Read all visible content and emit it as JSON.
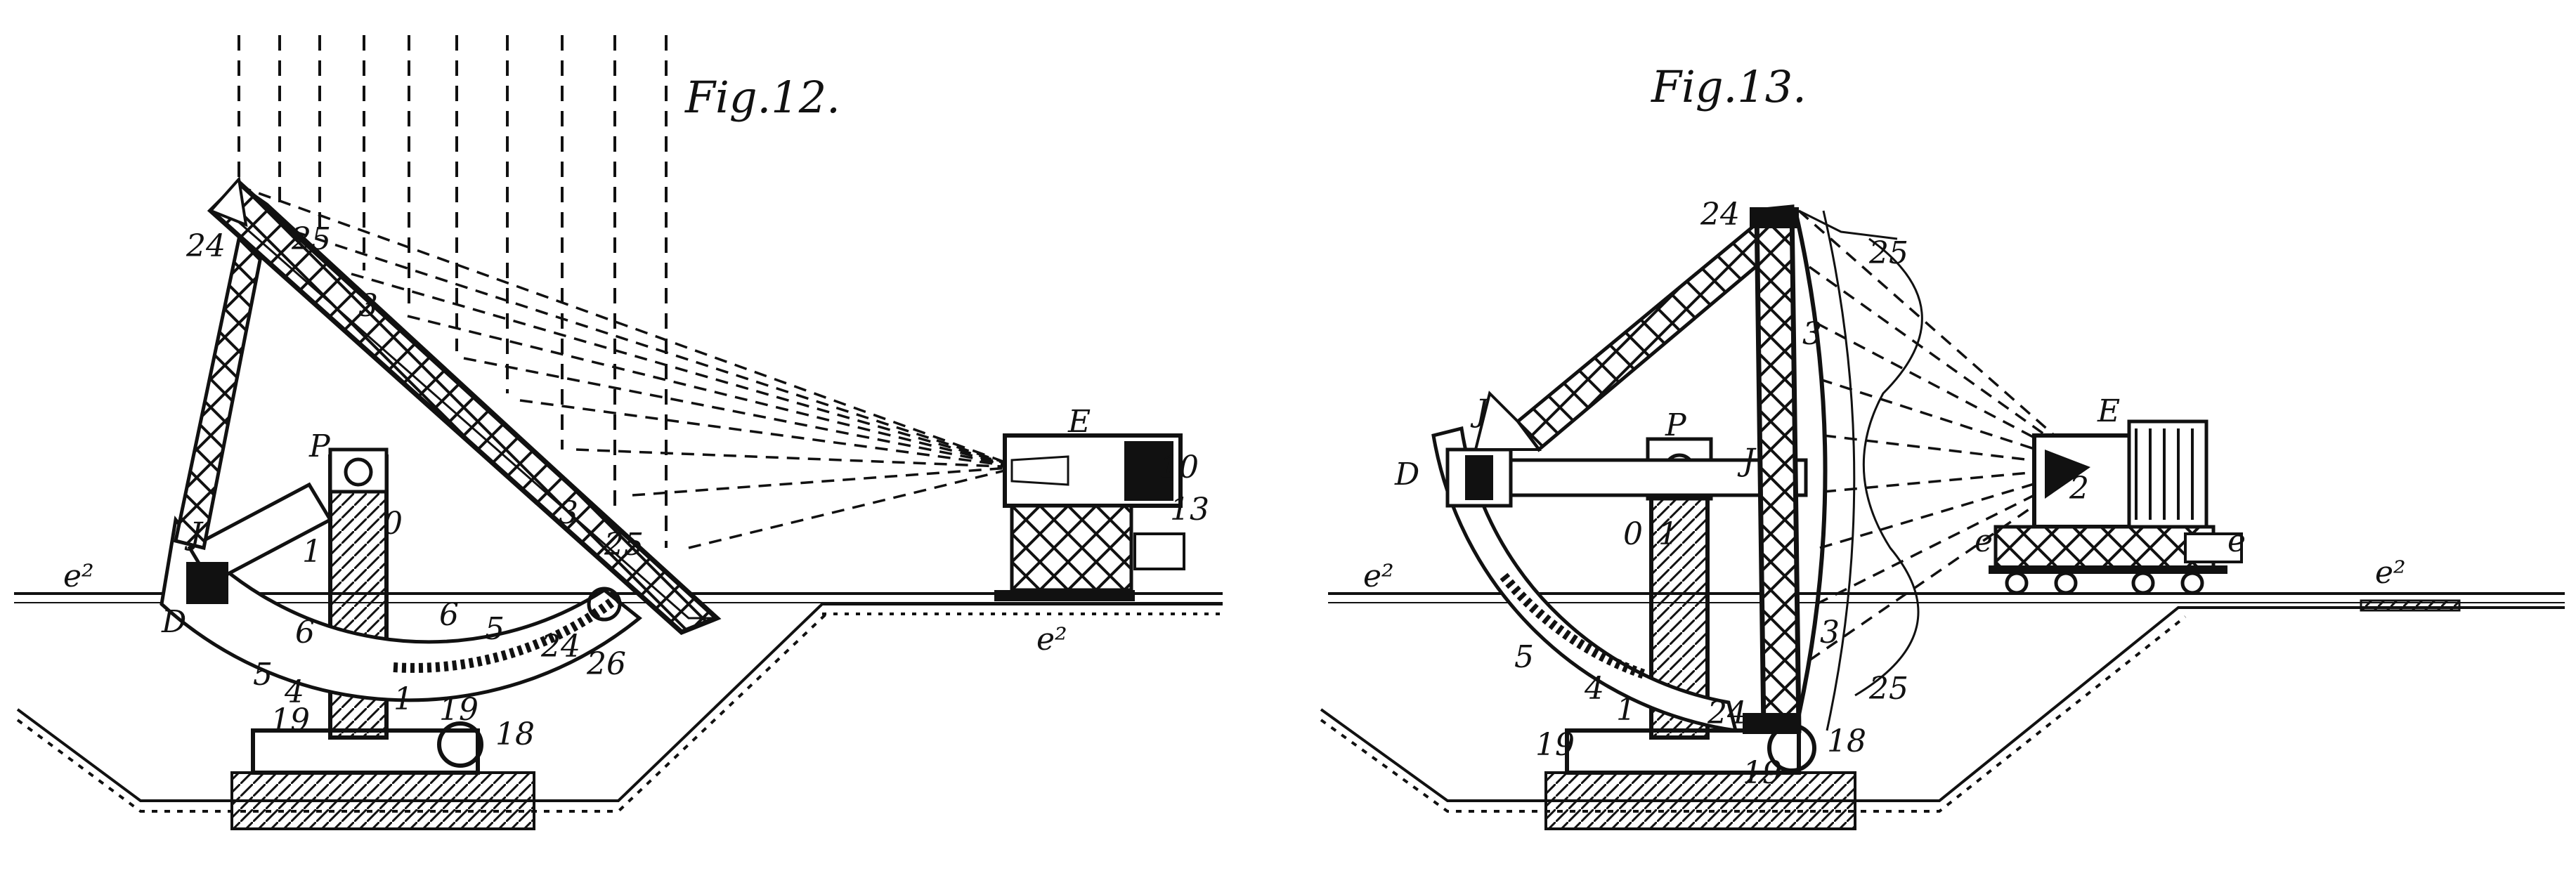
{
  "figures": [
    {
      "title": "Fig.12.",
      "labels": {
        "l24a": "24",
        "l25a": "25",
        "l3a": "3",
        "lJ": "J",
        "lP": "P",
        "lO": "0",
        "l1a": "1",
        "lD": "D",
        "l6a": "6",
        "l6b": "6",
        "l5a": "5",
        "l5b": "5",
        "l4": "4",
        "l1b": "1",
        "l19a": "19",
        "l19b": "19",
        "l18": "18",
        "l3b": "3",
        "l25b": "25",
        "l24b": "24",
        "l26": "26",
        "lE": "E",
        "l10": "10",
        "l13": "13",
        "le2a": "e²",
        "le2b": "e²"
      }
    },
    {
      "title": "Fig.13.",
      "labels": {
        "l24a": "24",
        "l25a": "25",
        "l3a": "3",
        "lJ": "J",
        "lD": "D",
        "lP": "P",
        "lO": "0",
        "l1a": "1",
        "lJ2": "J",
        "l5": "5",
        "l4": "4",
        "l1b": "1",
        "l19a": "19",
        "l19b": "19",
        "l18": "18",
        "l24b": "24",
        "l3b": "3",
        "l25b": "25",
        "lE": "E",
        "l2": "2",
        "le": "e",
        "le3": "e",
        "le2a": "e²",
        "le2b": "e²"
      }
    }
  ]
}
